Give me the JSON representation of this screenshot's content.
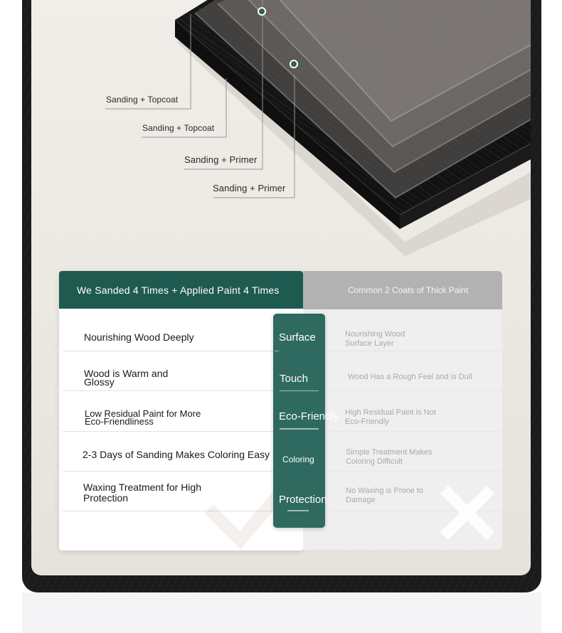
{
  "layers": {
    "labels": [
      "Sanding + Topcoat",
      "Sanding + Topcoat",
      "Sanding + Primer",
      "Sanding + Primer"
    ]
  },
  "comparison": {
    "ours": {
      "header": "We Sanded 4 Times + Applied Paint 4 Times",
      "rows": [
        [
          "Nourishing Wood Deeply"
        ],
        [
          "Wood is Warm and",
          "Glossy"
        ],
        [
          "Low Residual Paint for More",
          "Eco-Friendliness"
        ],
        [
          "2-3 Days of Sanding Makes Coloring Easy"
        ],
        [
          "Waxing Treatment for High",
          "Protection"
        ]
      ]
    },
    "aspects": [
      "Surface",
      "Touch",
      "Eco-Friendly",
      "Coloring",
      "Protection"
    ],
    "others": {
      "header": "Common 2 Coats of Thick Paint",
      "rows": [
        [
          "Nourishing Wood",
          "Surface Layer"
        ],
        [
          "Wood Has a Rough Feel and is Dull"
        ],
        [
          "High Residual Paint is Not",
          "Eco-Friendly"
        ],
        [
          "Simple Treatment Makes",
          "Coloring Difficult"
        ],
        [
          "No Waxing is Prone to",
          "Damage"
        ]
      ]
    }
  },
  "colors": {
    "accent_green": "#1f5a50",
    "pill_green": "#2e6a5f",
    "muted_header": "#b2b2b2",
    "frame_dark": "#1b1b1b"
  },
  "icons": {
    "ours_watermark": "checkmark-icon",
    "others_watermark": "cross-icon"
  }
}
